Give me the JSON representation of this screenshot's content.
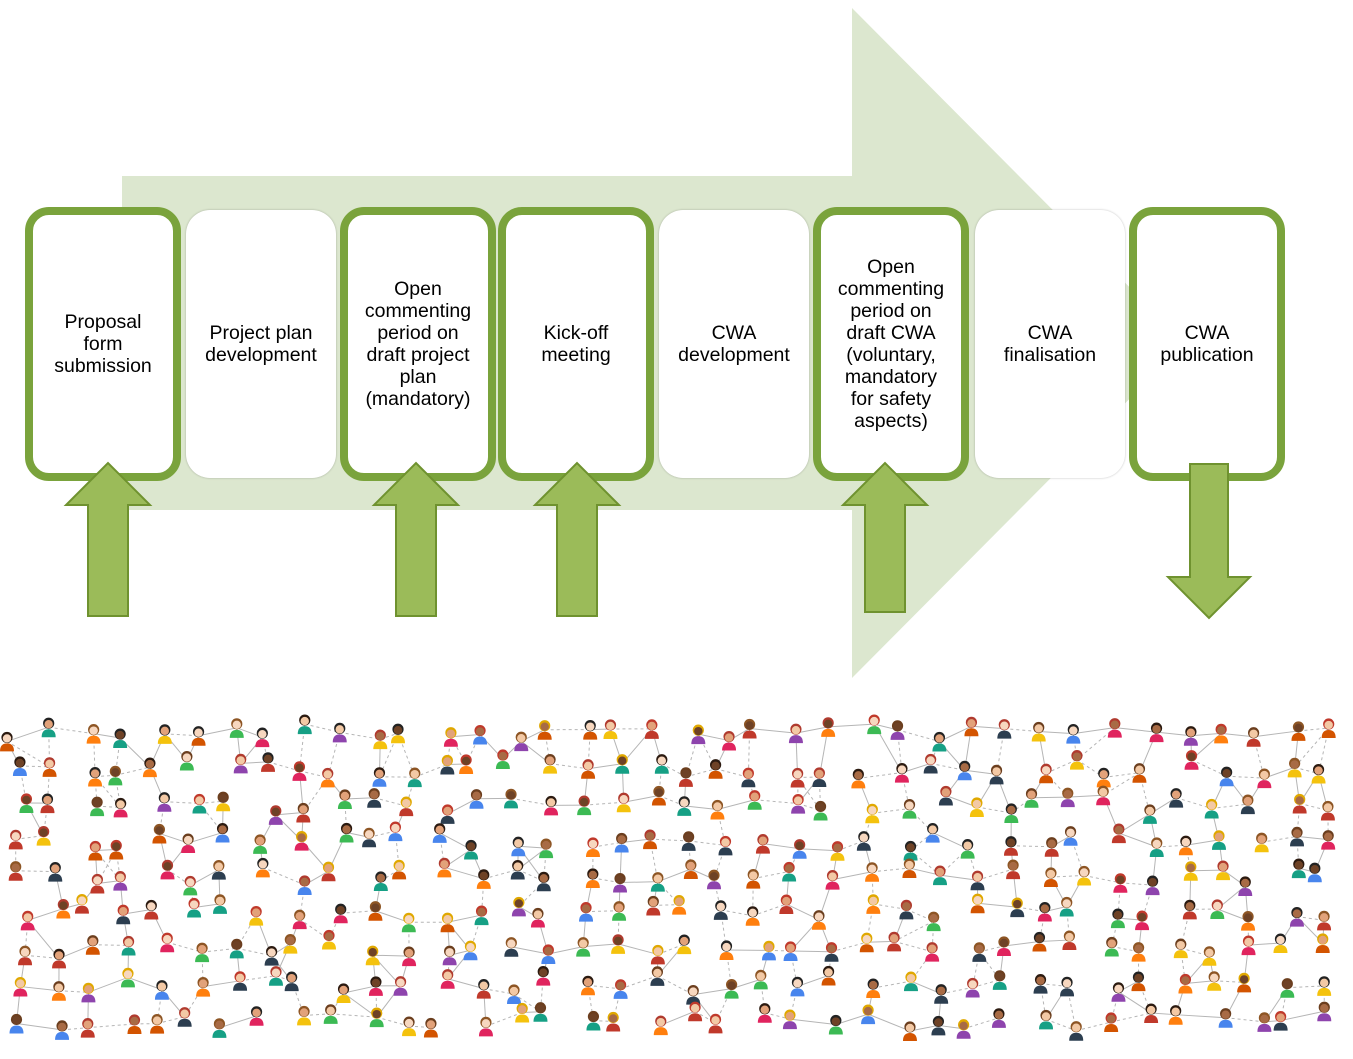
{
  "colors": {
    "background_arrow": "#dce7cf",
    "highlight_border": "#7aa33c",
    "engagement_arrow_fill": "#9bbb59",
    "engagement_arrow_stroke": "#6f922f",
    "network_line": "#b5b5b5"
  },
  "steps": [
    {
      "label": "Proposal\nform\nsubmission",
      "highlighted": true,
      "engagement": "up"
    },
    {
      "label": "Project plan\ndevelopment",
      "highlighted": false,
      "engagement": "none"
    },
    {
      "label": "Open\ncommenting\nperiod on\ndraft project\nplan\n(mandatory)",
      "highlighted": true,
      "engagement": "up"
    },
    {
      "label": "Kick-off\nmeeting",
      "highlighted": true,
      "engagement": "up"
    },
    {
      "label": "CWA\ndevelopment",
      "highlighted": false,
      "engagement": "none"
    },
    {
      "label": "Open\ncommenting\nperiod on\ndraft CWA\n(voluntary,\nmandatory\nfor safety\naspects)",
      "highlighted": true,
      "engagement": "up"
    },
    {
      "label": "CWA\nfinalisation",
      "highlighted": false,
      "engagement": "none"
    },
    {
      "label": "CWA\npublication",
      "highlighted": true,
      "engagement": "down"
    }
  ],
  "network_image": {
    "icon": "people-network-illustration"
  }
}
